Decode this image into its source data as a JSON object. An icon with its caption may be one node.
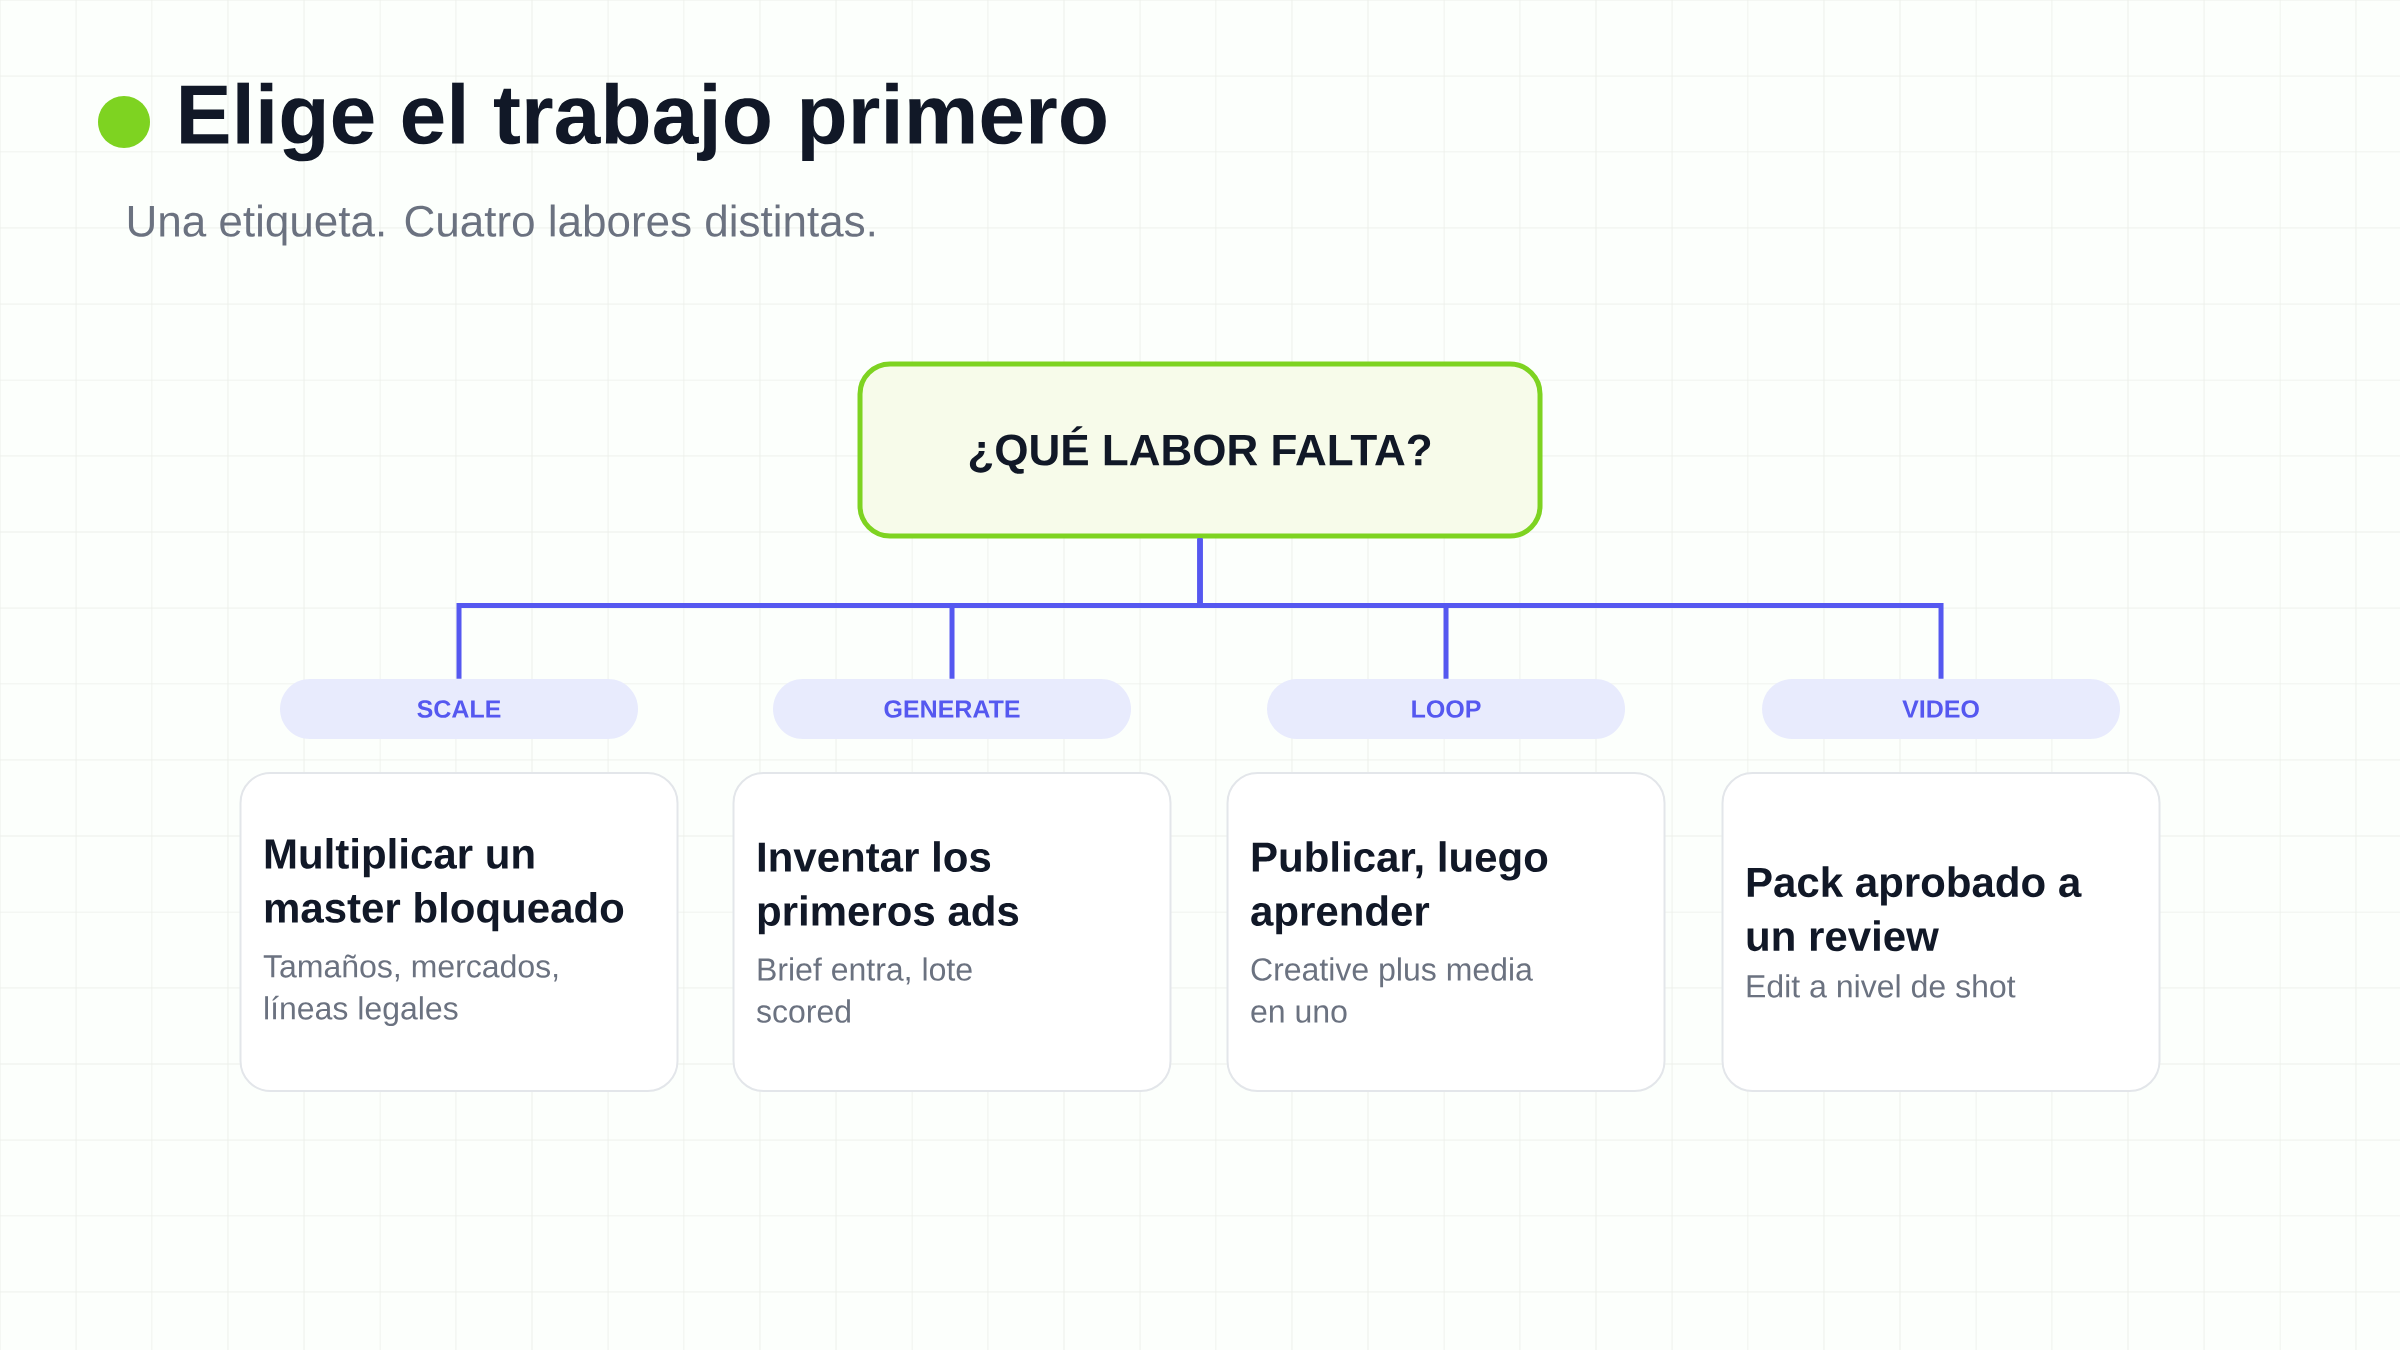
{
  "diagram": {
    "title": "Elige el trabajo primero",
    "caption": "Una etiqueta. Cuatro labores distintas.",
    "nodes": [
      {
        "text": [
          "¿QUÉ LABOR FALTA?"
        ]
      },
      {
        "text": [
          "SCALE"
        ]
      },
      {
        "text": [
          "GENERATE"
        ]
      },
      {
        "text": [
          "LOOP"
        ]
      },
      {
        "text": [
          "VIDEO"
        ]
      },
      {
        "text": [
          "Multiplicar un master bloqueado",
          "Tamaños, mercados, líneas legales"
        ]
      },
      {
        "text": [
          "Inventar los primeros ads",
          "Brief entra, lote scored"
        ]
      },
      {
        "text": [
          "Publicar, luego aprender",
          "Creative plus media en uno"
        ]
      },
      {
        "text": [
          "Pack aprobado a un review",
          "Edit a nivel de shot"
        ]
      }
    ],
    "edges": [
      {
        "from": 0,
        "to": 1,
        "arrow": "none"
      },
      {
        "from": 0,
        "to": 2,
        "arrow": "none"
      },
      {
        "from": 0,
        "to": 3,
        "arrow": "none"
      },
      {
        "from": 0,
        "to": 4,
        "arrow": "none"
      }
    ]
  }
}
